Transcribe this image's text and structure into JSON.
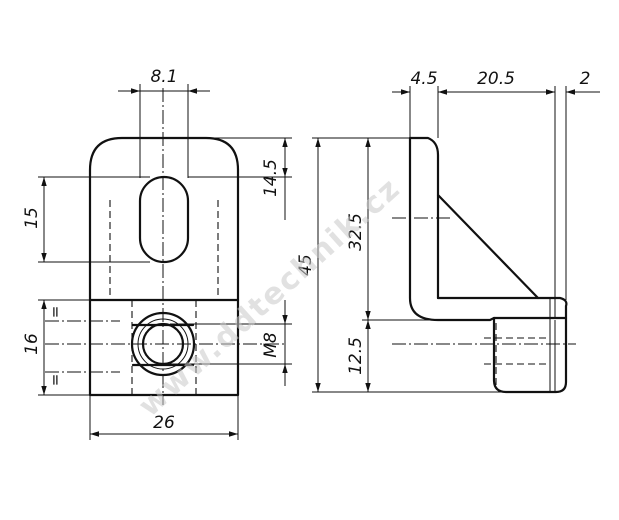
{
  "front_view": {
    "dims": {
      "slot_width": "8.1",
      "top_to_slot": "14.5",
      "slot_length": "15",
      "nut_height": "16",
      "thread": "M8",
      "width": "26",
      "equal_mark": "="
    }
  },
  "side_view": {
    "dims": {
      "wall": "4.5",
      "reach": "20.5",
      "lip": "2",
      "height_total": "45",
      "upper": "32.5",
      "lower": "12.5"
    }
  },
  "watermark": "www.ddtechnik.cz"
}
